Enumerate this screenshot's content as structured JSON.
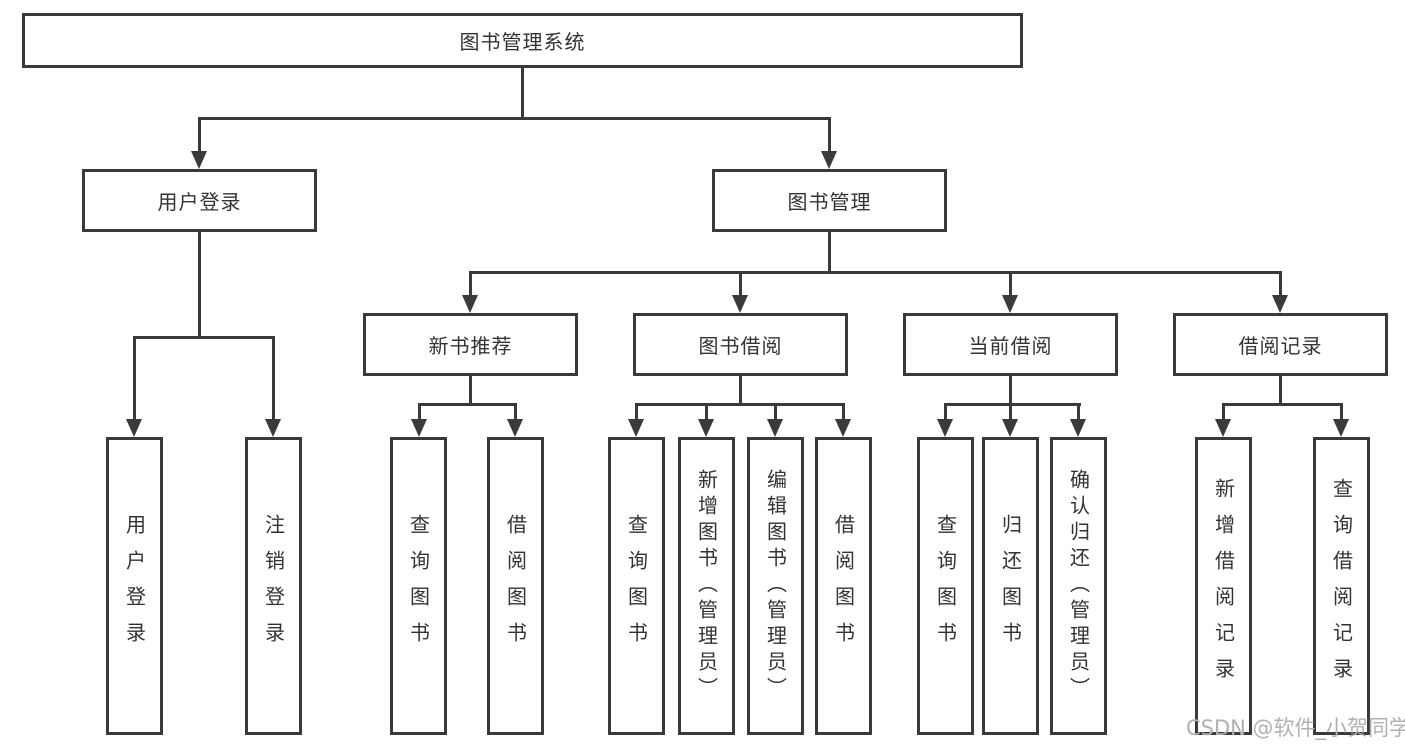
{
  "diagram": {
    "root": {
      "label": "图书管理系统"
    },
    "level2": [
      {
        "label": "用户登录"
      },
      {
        "label": "图书管理"
      }
    ],
    "level3": [
      {
        "label": "新书推荐"
      },
      {
        "label": "图书借阅"
      },
      {
        "label": "当前借阅"
      },
      {
        "label": "借阅记录"
      }
    ],
    "leaves": {
      "user_login": [
        {
          "label": "用户登录"
        },
        {
          "label": "注销登录"
        }
      ],
      "new_book": [
        {
          "label": "查询图书"
        },
        {
          "label": "借阅图书"
        }
      ],
      "book_borrow": [
        {
          "label": "查询图书"
        },
        {
          "label": "新增图书（管理员）"
        },
        {
          "label": "编辑图书（管理员）"
        },
        {
          "label": "借阅图书"
        }
      ],
      "current_borrow": [
        {
          "label": "查询图书"
        },
        {
          "label": "归还图书"
        },
        {
          "label": "确认归还（管理员）"
        }
      ],
      "borrow_records": [
        {
          "label": "新增借阅记录"
        },
        {
          "label": "查询借阅记录"
        }
      ]
    }
  },
  "watermark": {
    "text": "CSDN @软件_小贺同学"
  },
  "colors": {
    "line": "#3a3a3a",
    "text": "#333333",
    "watermark": "#b2b0b1",
    "background": "#ffffff"
  }
}
